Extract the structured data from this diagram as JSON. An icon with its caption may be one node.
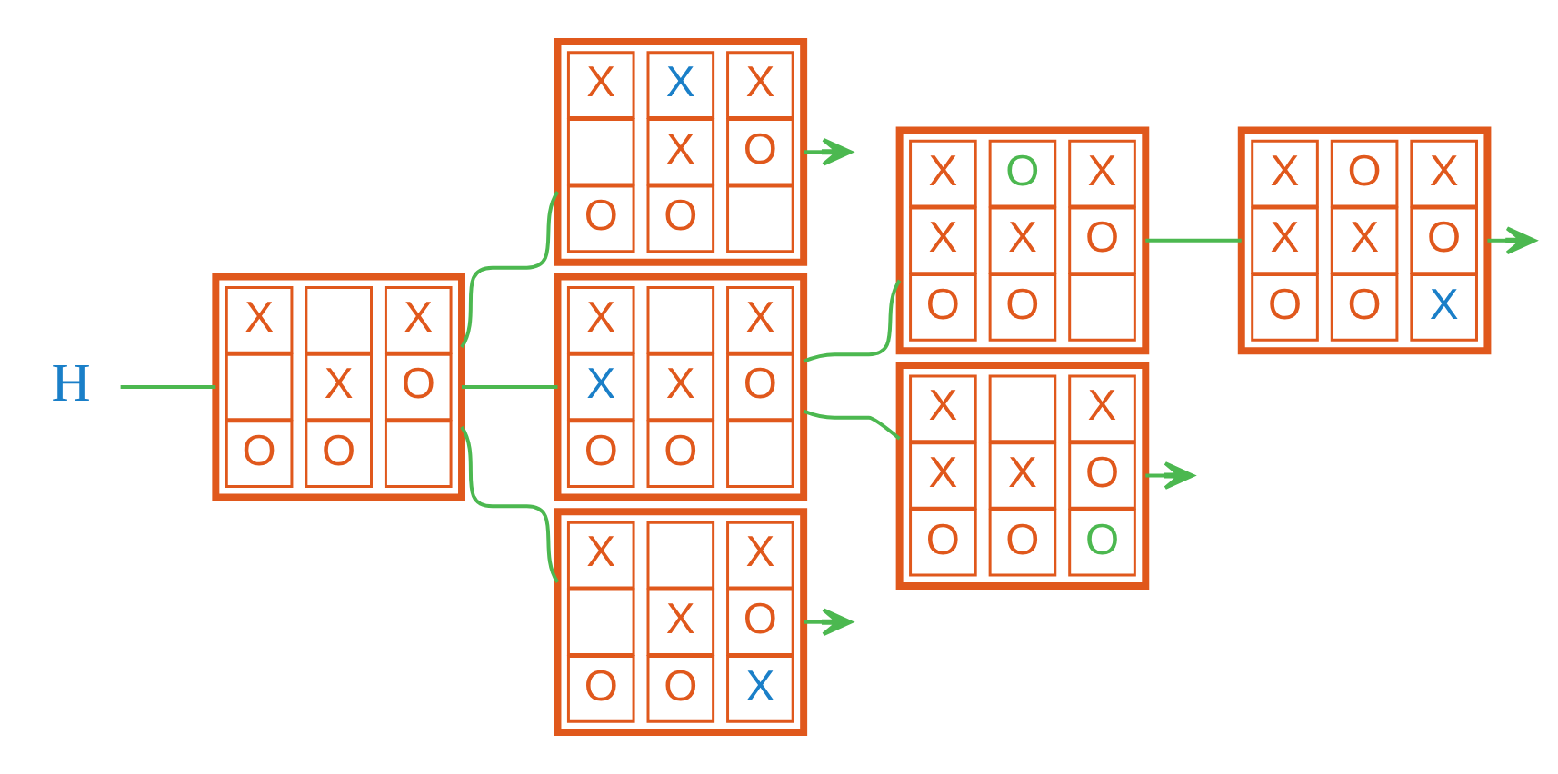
{
  "diagram": {
    "nodes": [
      {
        "text": [
          "H"
        ]
      },
      {
        "text": [],
        "shape": "box"
      },
      {
        "text": [
          "X"
        ],
        "in": 1
      },
      {
        "text": [],
        "shape": "box",
        "in": 1
      },
      {
        "text": [
          "X"
        ],
        "in": 1
      },
      {
        "text": [],
        "shape": "box",
        "in": 1
      },
      {
        "text": [
          "X"
        ],
        "in": 1
      },
      {
        "text": [
          "O"
        ],
        "in": 1
      },
      {
        "text": [
          "O"
        ],
        "in": 1
      },
      {
        "text": [
          "O"
        ],
        "in": 1
      },
      {
        "text": [],
        "shape": "box",
        "in": 1
      },
      {
        "text": [],
        "shape": "box"
      },
      {
        "text": [
          "X"
        ],
        "in": 11
      },
      {
        "text": [
          "X"
        ],
        "in": 11
      },
      {
        "text": [
          "X"
        ],
        "in": 11
      },
      {
        "text": [],
        "shape": "box",
        "in": 11
      },
      {
        "text": [
          "X"
        ],
        "in": 11
      },
      {
        "text": [
          "O"
        ],
        "in": 11
      },
      {
        "text": [
          "O"
        ],
        "in": 11
      },
      {
        "text": [
          "O"
        ],
        "in": 11
      },
      {
        "text": [],
        "shape": "box",
        "in": 11
      },
      {
        "text": [],
        "shape": "box"
      },
      {
        "text": [
          "X"
        ],
        "in": 21
      },
      {
        "text": [],
        "shape": "box",
        "in": 21
      },
      {
        "text": [
          "X"
        ],
        "in": 21
      },
      {
        "text": [
          "X"
        ],
        "in": 21
      },
      {
        "text": [
          "X"
        ],
        "in": 21
      },
      {
        "text": [
          "O"
        ],
        "in": 21
      },
      {
        "text": [
          "O"
        ],
        "in": 21
      },
      {
        "text": [
          "O"
        ],
        "in": 21
      },
      {
        "text": [],
        "shape": "box",
        "in": 21
      },
      {
        "text": [],
        "shape": "box"
      },
      {
        "text": [
          "X"
        ],
        "in": 31
      },
      {
        "text": [],
        "shape": "box",
        "in": 31
      },
      {
        "text": [
          "X"
        ],
        "in": 31
      },
      {
        "text": [],
        "shape": "box",
        "in": 31
      },
      {
        "text": [
          "X"
        ],
        "in": 31
      },
      {
        "text": [
          "O"
        ],
        "in": 31
      },
      {
        "text": [
          "O"
        ],
        "in": 31
      },
      {
        "text": [
          "O"
        ],
        "in": 31
      },
      {
        "text": [
          "X"
        ],
        "in": 31
      },
      {
        "text": [],
        "shape": "box"
      },
      {
        "text": [
          "X"
        ],
        "in": 41
      },
      {
        "text": [
          "O"
        ],
        "in": 41
      },
      {
        "text": [
          "X"
        ],
        "in": 41
      },
      {
        "text": [
          "X"
        ],
        "in": 41
      },
      {
        "text": [
          "X"
        ],
        "in": 41
      },
      {
        "text": [
          "O"
        ],
        "in": 41
      },
      {
        "text": [
          "O"
        ],
        "in": 41
      },
      {
        "text": [
          "O"
        ],
        "in": 41
      },
      {
        "text": [],
        "shape": "box",
        "in": 41
      },
      {
        "text": [],
        "shape": "box"
      },
      {
        "text": [
          "X"
        ],
        "in": 51
      },
      {
        "text": [],
        "shape": "box",
        "in": 51
      },
      {
        "text": [
          "X"
        ],
        "in": 51
      },
      {
        "text": [
          "X"
        ],
        "in": 51
      },
      {
        "text": [
          "X"
        ],
        "in": 51
      },
      {
        "text": [
          "O"
        ],
        "in": 51
      },
      {
        "text": [
          "O"
        ],
        "in": 51
      },
      {
        "text": [
          "O"
        ],
        "in": 51
      },
      {
        "text": [
          "O"
        ],
        "in": 51
      },
      {
        "text": [],
        "shape": "box"
      },
      {
        "text": [
          "X"
        ],
        "in": 61
      },
      {
        "text": [
          "O"
        ],
        "in": 61
      },
      {
        "text": [
          "X"
        ],
        "in": 61
      },
      {
        "text": [
          "X"
        ],
        "in": 61
      },
      {
        "text": [
          "X"
        ],
        "in": 61
      },
      {
        "text": [
          "O"
        ],
        "in": 61
      },
      {
        "text": [
          "O"
        ],
        "in": 61
      },
      {
        "text": [
          "O"
        ],
        "in": 61
      },
      {
        "text": [
          "X"
        ],
        "in": 61
      }
    ],
    "edges": [
      {
        "from": 0,
        "to": 1,
        "arrow": "none"
      },
      {
        "from": 1,
        "to": 11,
        "arrow": "none"
      },
      {
        "from": 1,
        "to": 21,
        "arrow": "none"
      },
      {
        "from": 1,
        "to": 31,
        "arrow": "none"
      },
      {
        "from": 11,
        "to": null,
        "arrow": "to"
      },
      {
        "from": 21,
        "to": 41,
        "arrow": "none"
      },
      {
        "from": 21,
        "to": 51,
        "arrow": "none"
      },
      {
        "from": 31,
        "to": null,
        "arrow": "to"
      },
      {
        "from": 41,
        "to": 61,
        "arrow": "none"
      },
      {
        "from": 51,
        "to": null,
        "arrow": "to"
      },
      {
        "from": 61,
        "to": null,
        "arrow": "to"
      }
    ]
  }
}
